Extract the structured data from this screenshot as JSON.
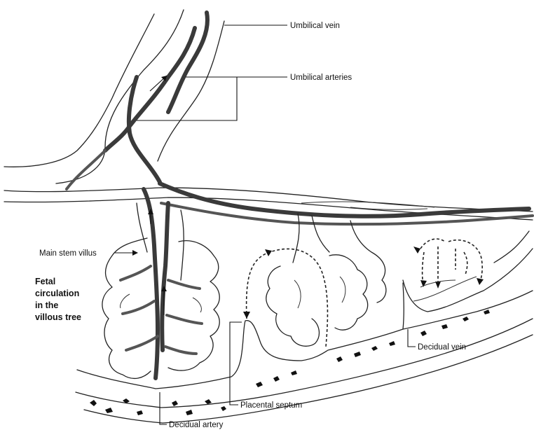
{
  "labels": {
    "umbilical_vein": "Umbilical vein",
    "umbilical_arteries": "Umbilical arteries",
    "main_stem_villus": "Main stem villus",
    "fetal_circulation_line1": "Fetal",
    "fetal_circulation_line2": "circulation",
    "fetal_circulation_line3": "in the",
    "fetal_circulation_line4": "villous tree",
    "decidual_vein": "Decidual vein",
    "placental_septum": "Placental septum",
    "decidual_artery": "Decidual artery"
  },
  "colors": {
    "line": "#222222",
    "vessel": "#3a3a3a",
    "background": "#ffffff"
  }
}
